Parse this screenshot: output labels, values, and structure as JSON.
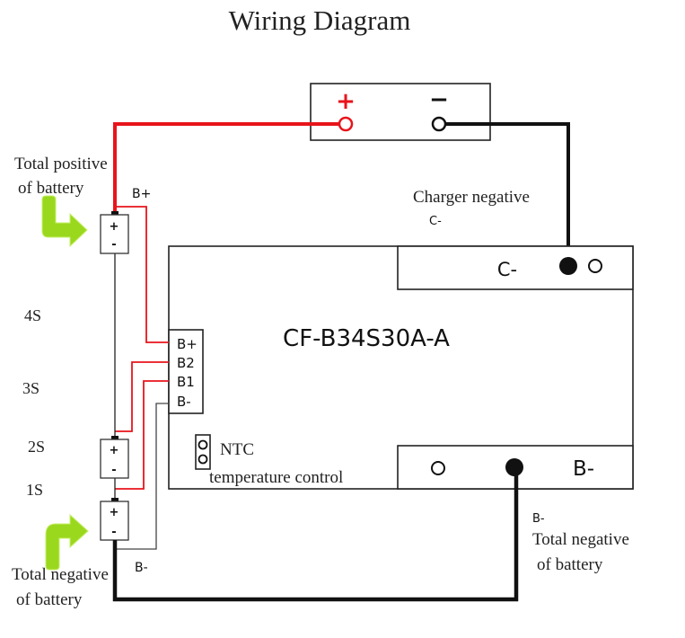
{
  "title": "Wiring Diagram",
  "charger": {
    "positive_symbol": "+",
    "negative_symbol": "−"
  },
  "labels": {
    "total_positive_line1": "Total positive",
    "total_positive_line2": "of battery",
    "b_plus_wire": "B+",
    "charger_negative": "Charger negative",
    "c_minus_wire": "C-",
    "series_4s": "4S",
    "series_3s": "3S",
    "series_2s": "2S",
    "series_1s": "1S",
    "total_negative_left_line1": "Total negative",
    "total_negative_left_line2": "of battery",
    "b_minus_wire_left": "B-",
    "b_minus_wire_right": "B-",
    "total_negative_right_line1": "Total negative",
    "total_negative_right_line2": "of battery"
  },
  "board": {
    "model": "CF-B34S30A-A",
    "c_minus_pad": "C-",
    "b_minus_pad": "B-",
    "connector_pins": [
      "B+",
      "B2",
      "B1",
      "B-"
    ],
    "ntc_line1": "NTC",
    "ntc_line2": "temperature control"
  },
  "cells": [
    {
      "plus": "+",
      "minus": "-"
    },
    {
      "plus": "+",
      "minus": "-"
    },
    {
      "plus": "+",
      "minus": "-"
    }
  ],
  "colors": {
    "positive_wire": "#e8141b",
    "negative_wire": "#111111",
    "arrow": "#9ad81e"
  }
}
